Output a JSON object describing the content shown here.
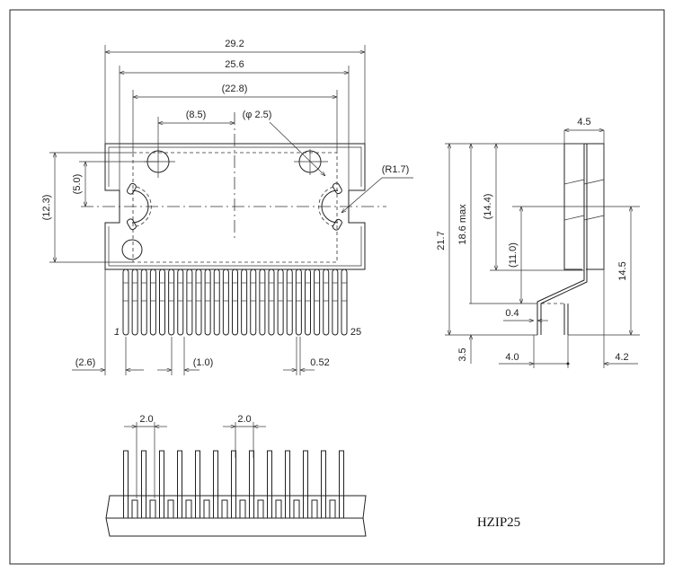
{
  "title": "HZIP25",
  "top_view": {
    "dims": {
      "overall_width": "29.2",
      "width_b": "25.6",
      "hole_span": "(22.8)",
      "hole_offset": "(8.5)",
      "hole_dia": "(φ 2.5)",
      "radius": "(R1.7)",
      "height": "(12.3)",
      "hole_vertical": "(5.0)",
      "pin_margin": "(2.6)",
      "pin_pitch": "(1.0)",
      "pin_width": "0.52"
    },
    "pin_first": "1",
    "pin_last": "25",
    "pin_count": 25
  },
  "side_view": {
    "dims": {
      "thickness": "4.5",
      "total_height": "21.7",
      "height_max": "18.6 max",
      "body_height": "(14.4)",
      "bend_height": "(11.0)",
      "hole_to_tip": "14.5",
      "lead_thickness": "0.4",
      "lead_length": "3.5",
      "lead_offset_a": "4.0",
      "lead_offset_b": "4.2"
    }
  },
  "bottom_view": {
    "dims": {
      "pitch_a": "2.0",
      "pitch_b": "2.0"
    },
    "pin_count": 13
  }
}
